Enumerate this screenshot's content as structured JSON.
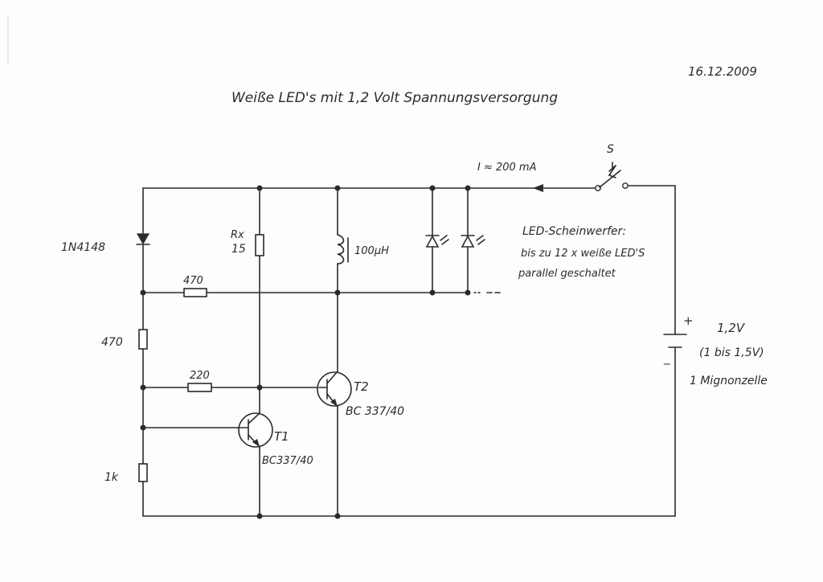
{
  "date": "16.12.2009",
  "title": "Weiße LED's mit 1,2 Volt Spannungsversorgung",
  "labels": {
    "diode": "1N4148",
    "r_top": "470",
    "r_left_mid": "470",
    "r_left_bottom": "1k",
    "r_base": "220",
    "rx_name": "Rx",
    "rx_value": "15",
    "inductor": "100µH",
    "current": "I ≈ 200 mA",
    "switch": "S",
    "battery_plus": "+",
    "battery_minus": "_",
    "battery_voltage": "1,2V",
    "battery_range": "(1 bis 1,5V)",
    "battery_cell": "1 Mignonzelle",
    "t2_name": "T2",
    "t2_type": "BC 337/40",
    "t1_name": "T1",
    "t1_type": "BC337/40",
    "led_note_line1": "LED-Scheinwerfer:",
    "led_note_line2": "bis zu 12 x weiße LED'S",
    "led_note_line3": "parallel geschaltet"
  }
}
